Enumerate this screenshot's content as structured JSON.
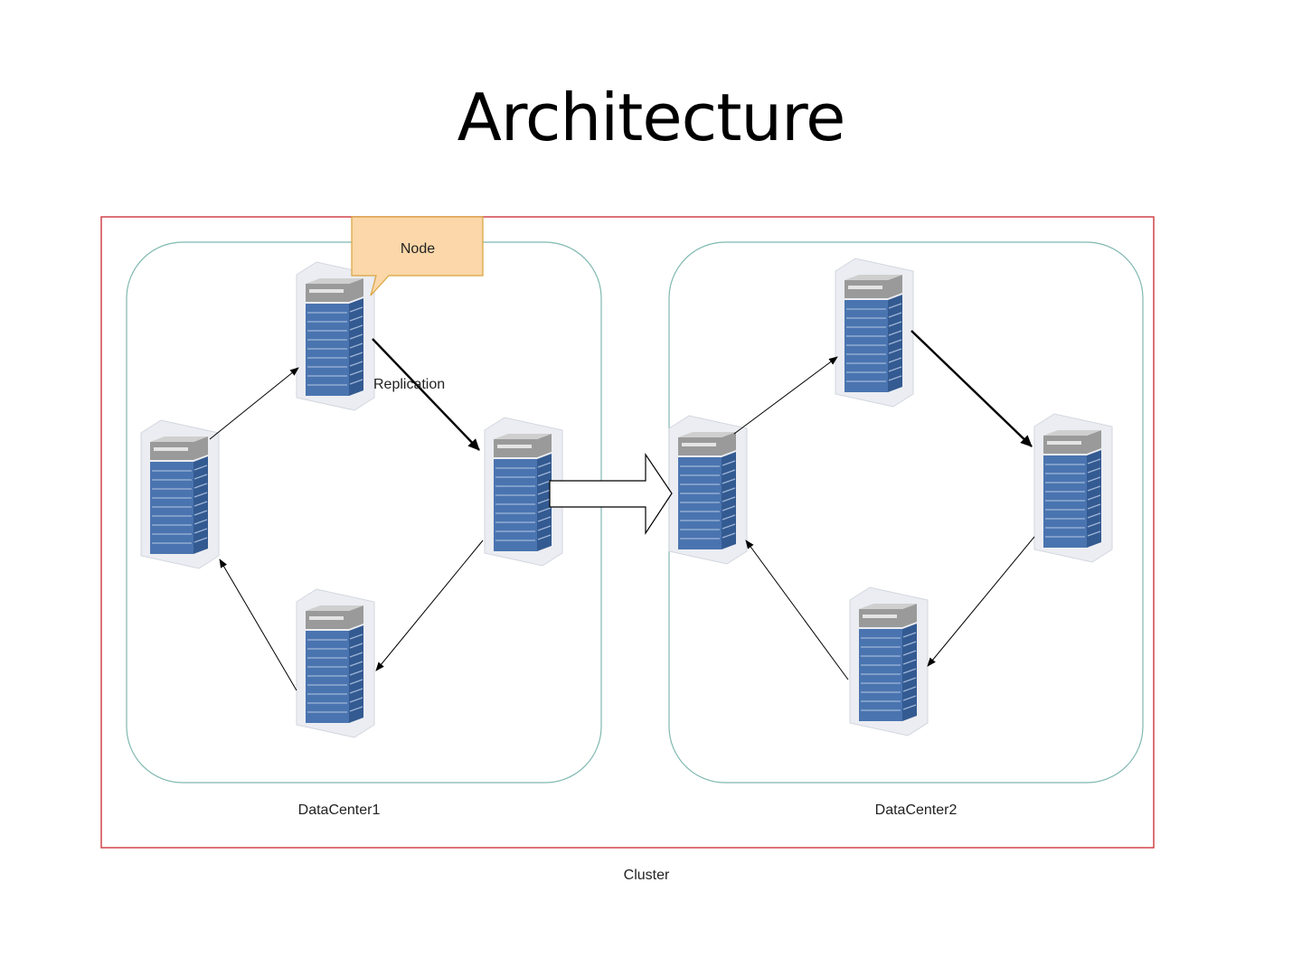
{
  "slide": {
    "title": "Architecture"
  },
  "diagram": {
    "callout_label": "Node",
    "replication_label": "Replication",
    "datacenters": [
      {
        "label": "DataCenter1"
      },
      {
        "label": "DataCenter2"
      }
    ],
    "cluster_label": "Cluster",
    "colors": {
      "cluster_border": "#d0444c",
      "datacenter_border": "#7fb8b0",
      "callout_fill": "#fbd7a9",
      "callout_border": "#d9a43e",
      "server_blue": "#4a74b0",
      "server_top": "#a9a9a9"
    }
  }
}
